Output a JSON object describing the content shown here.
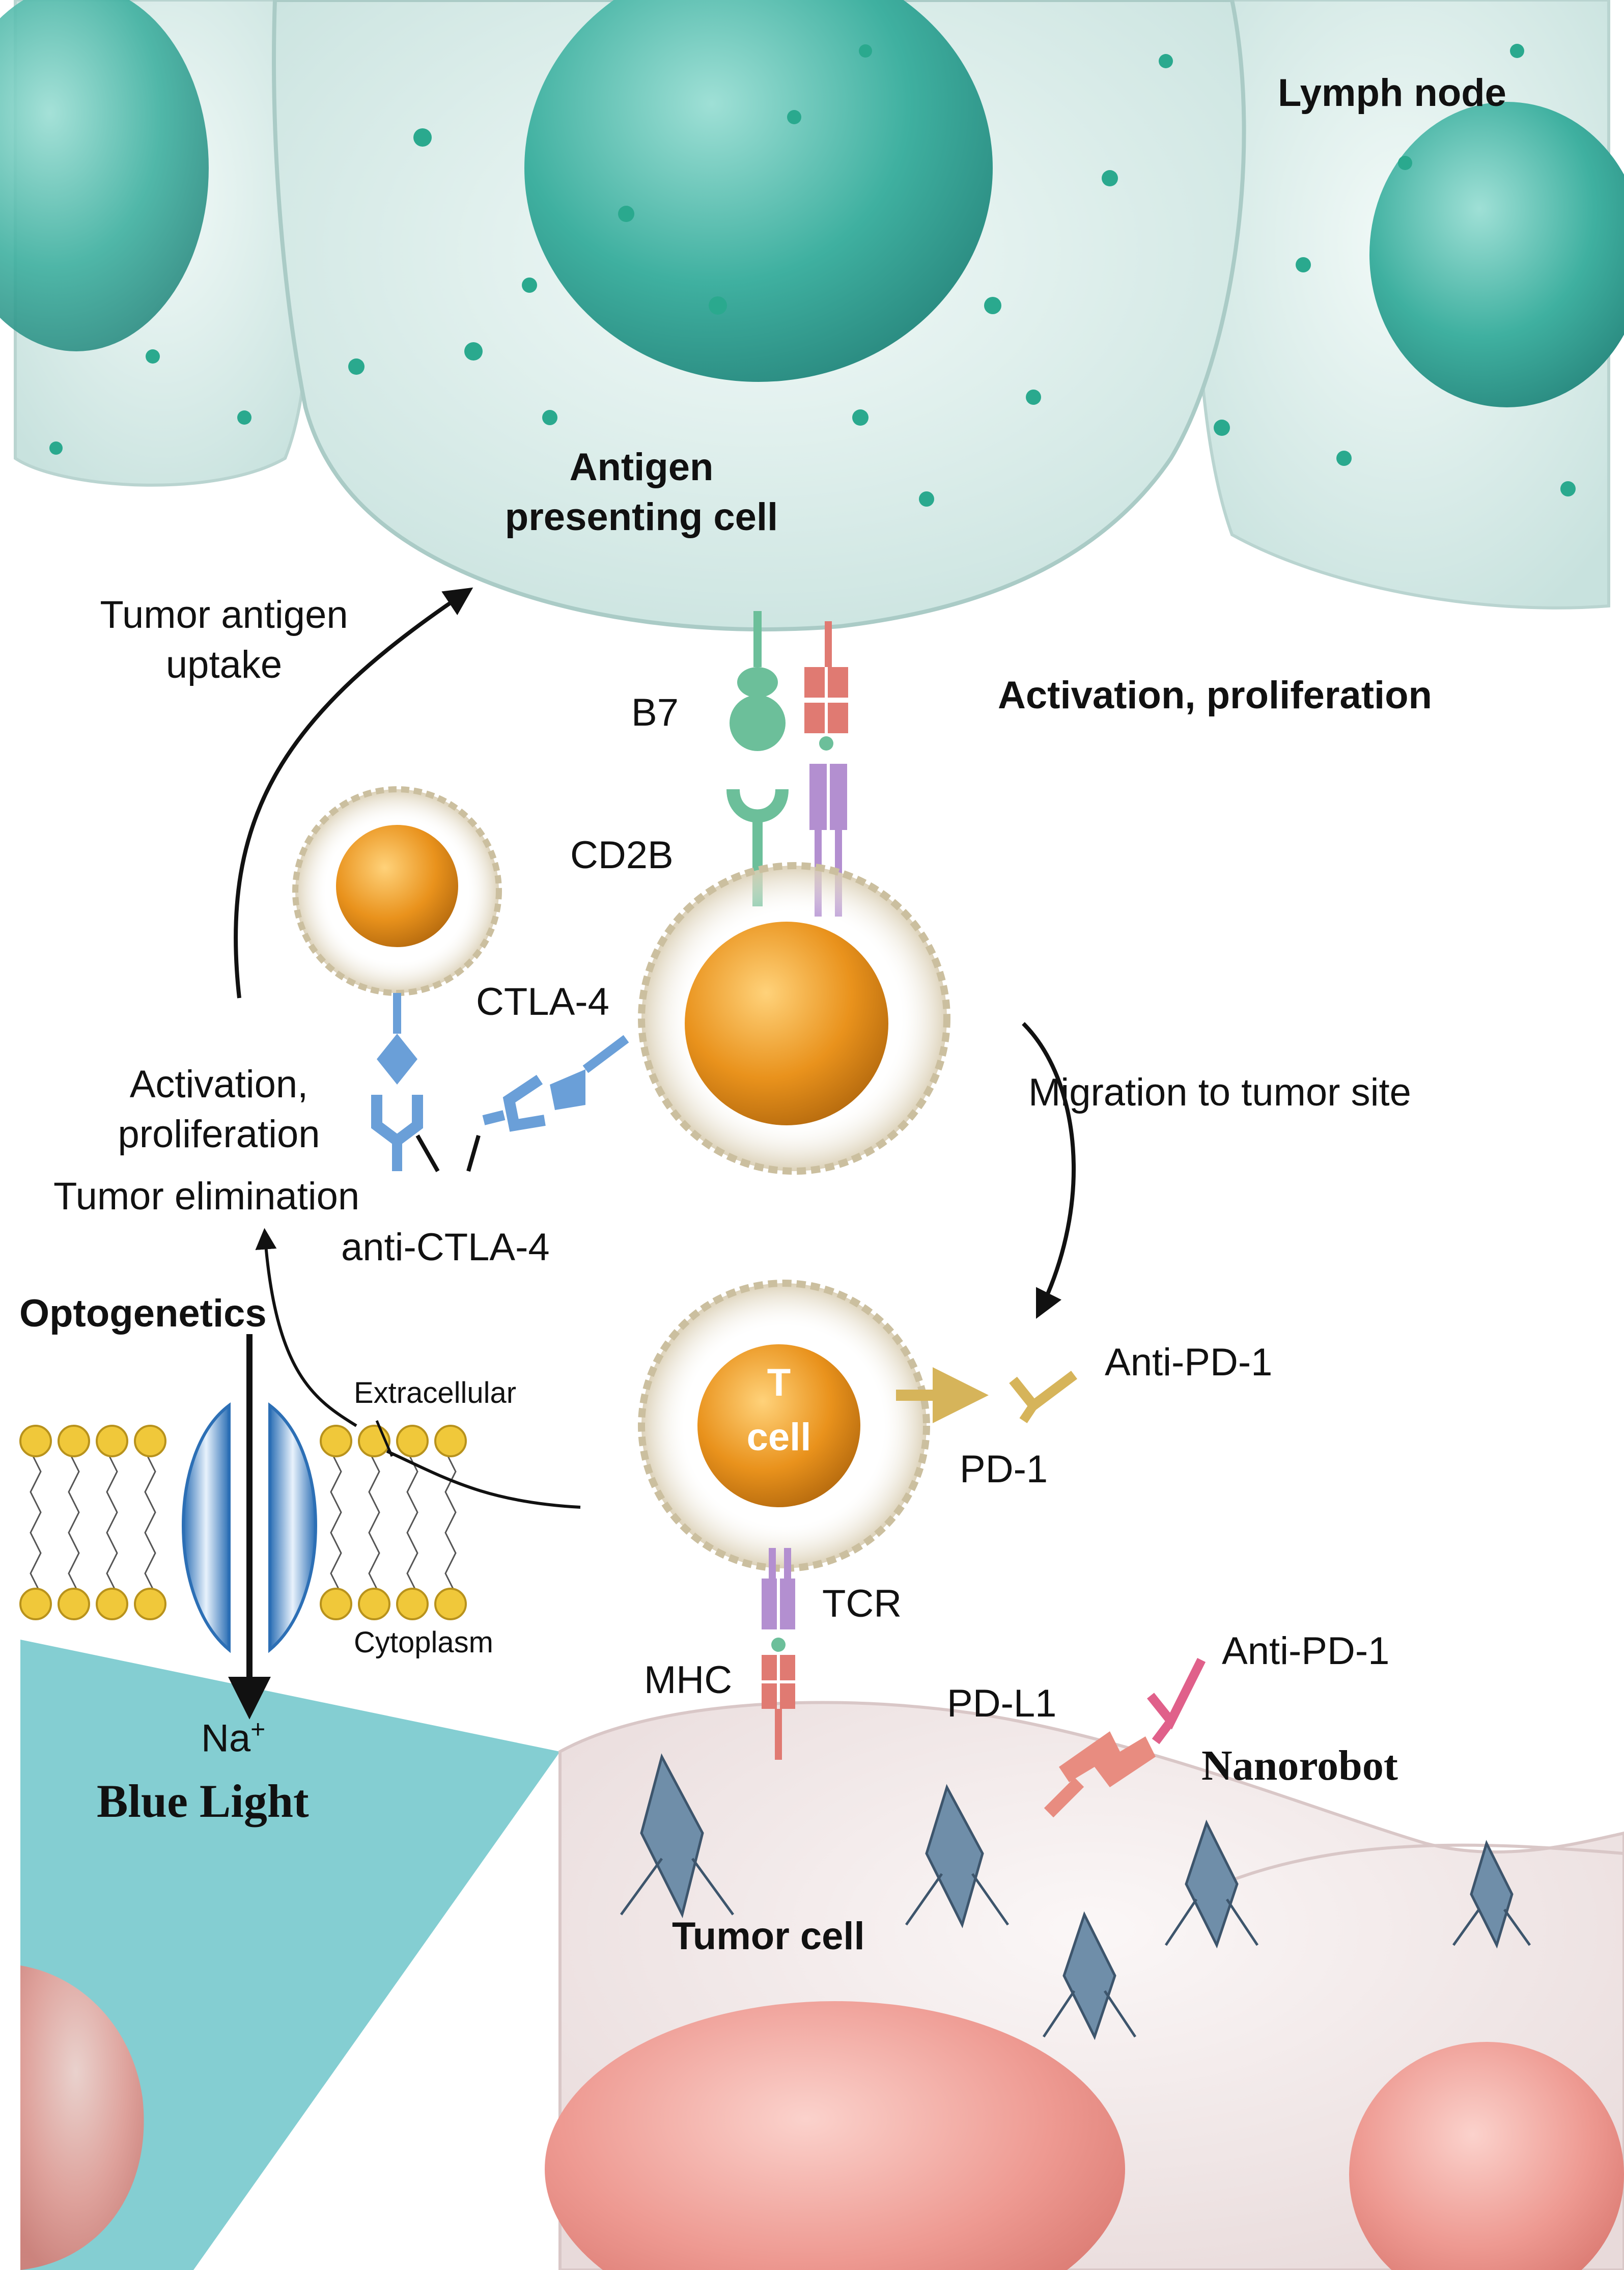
{
  "labels": {
    "lymph_node": "Lymph node",
    "apc_line1": "Antigen",
    "apc_line2": "presenting cell",
    "uptake_line1": "Tumor antigen",
    "uptake_line2": "uptake",
    "activation_top": "Activation, proliferation",
    "b7": "B7",
    "cd2b": "CD2B",
    "ctla4": "CTLA-4",
    "migration": "Migration to tumor site",
    "activation_left_line1": "Activation,",
    "activation_left_line2": "proliferation",
    "tumor_elimination": "Tumor elimination",
    "anti_ctla4": "anti-CTLA-4",
    "optogenetics": "Optogenetics",
    "extracellular": "Extracellular",
    "cytoplasm": "Cytoplasm",
    "t_cell_line1": "T",
    "t_cell_line2": "cell",
    "anti_pd1_right": "Anti-PD-1",
    "pd1": "PD-1",
    "tcr": "TCR",
    "mhc": "MHC",
    "anti_pd1_lower": "Anti-PD-1",
    "pdl1": "PD-L1",
    "nanorobot": "Nanorobot",
    "na_ion": "Na",
    "na_charge": "+",
    "blue_light": "Blue Light",
    "tumor_cell": "Tumor cell"
  },
  "colors": {
    "apc_teal": "#3fb0a0",
    "t_cell_orange": "#e9921c",
    "tumor_pink": "#ee9a92",
    "blue_light_teal": "#6fc5ca",
    "b7_green": "#6cbf9a",
    "mhc_red": "#e07a72",
    "tcr_purple": "#b38fd0",
    "ctla4_blue": "#6a9fd8",
    "antipd1_gold": "#d6b45a",
    "pdl1_salmon": "#e88c80",
    "antipd1_pink": "#e0608a",
    "lipid_yellow": "#f0c83a",
    "channel_blue": "#3a82c8"
  }
}
